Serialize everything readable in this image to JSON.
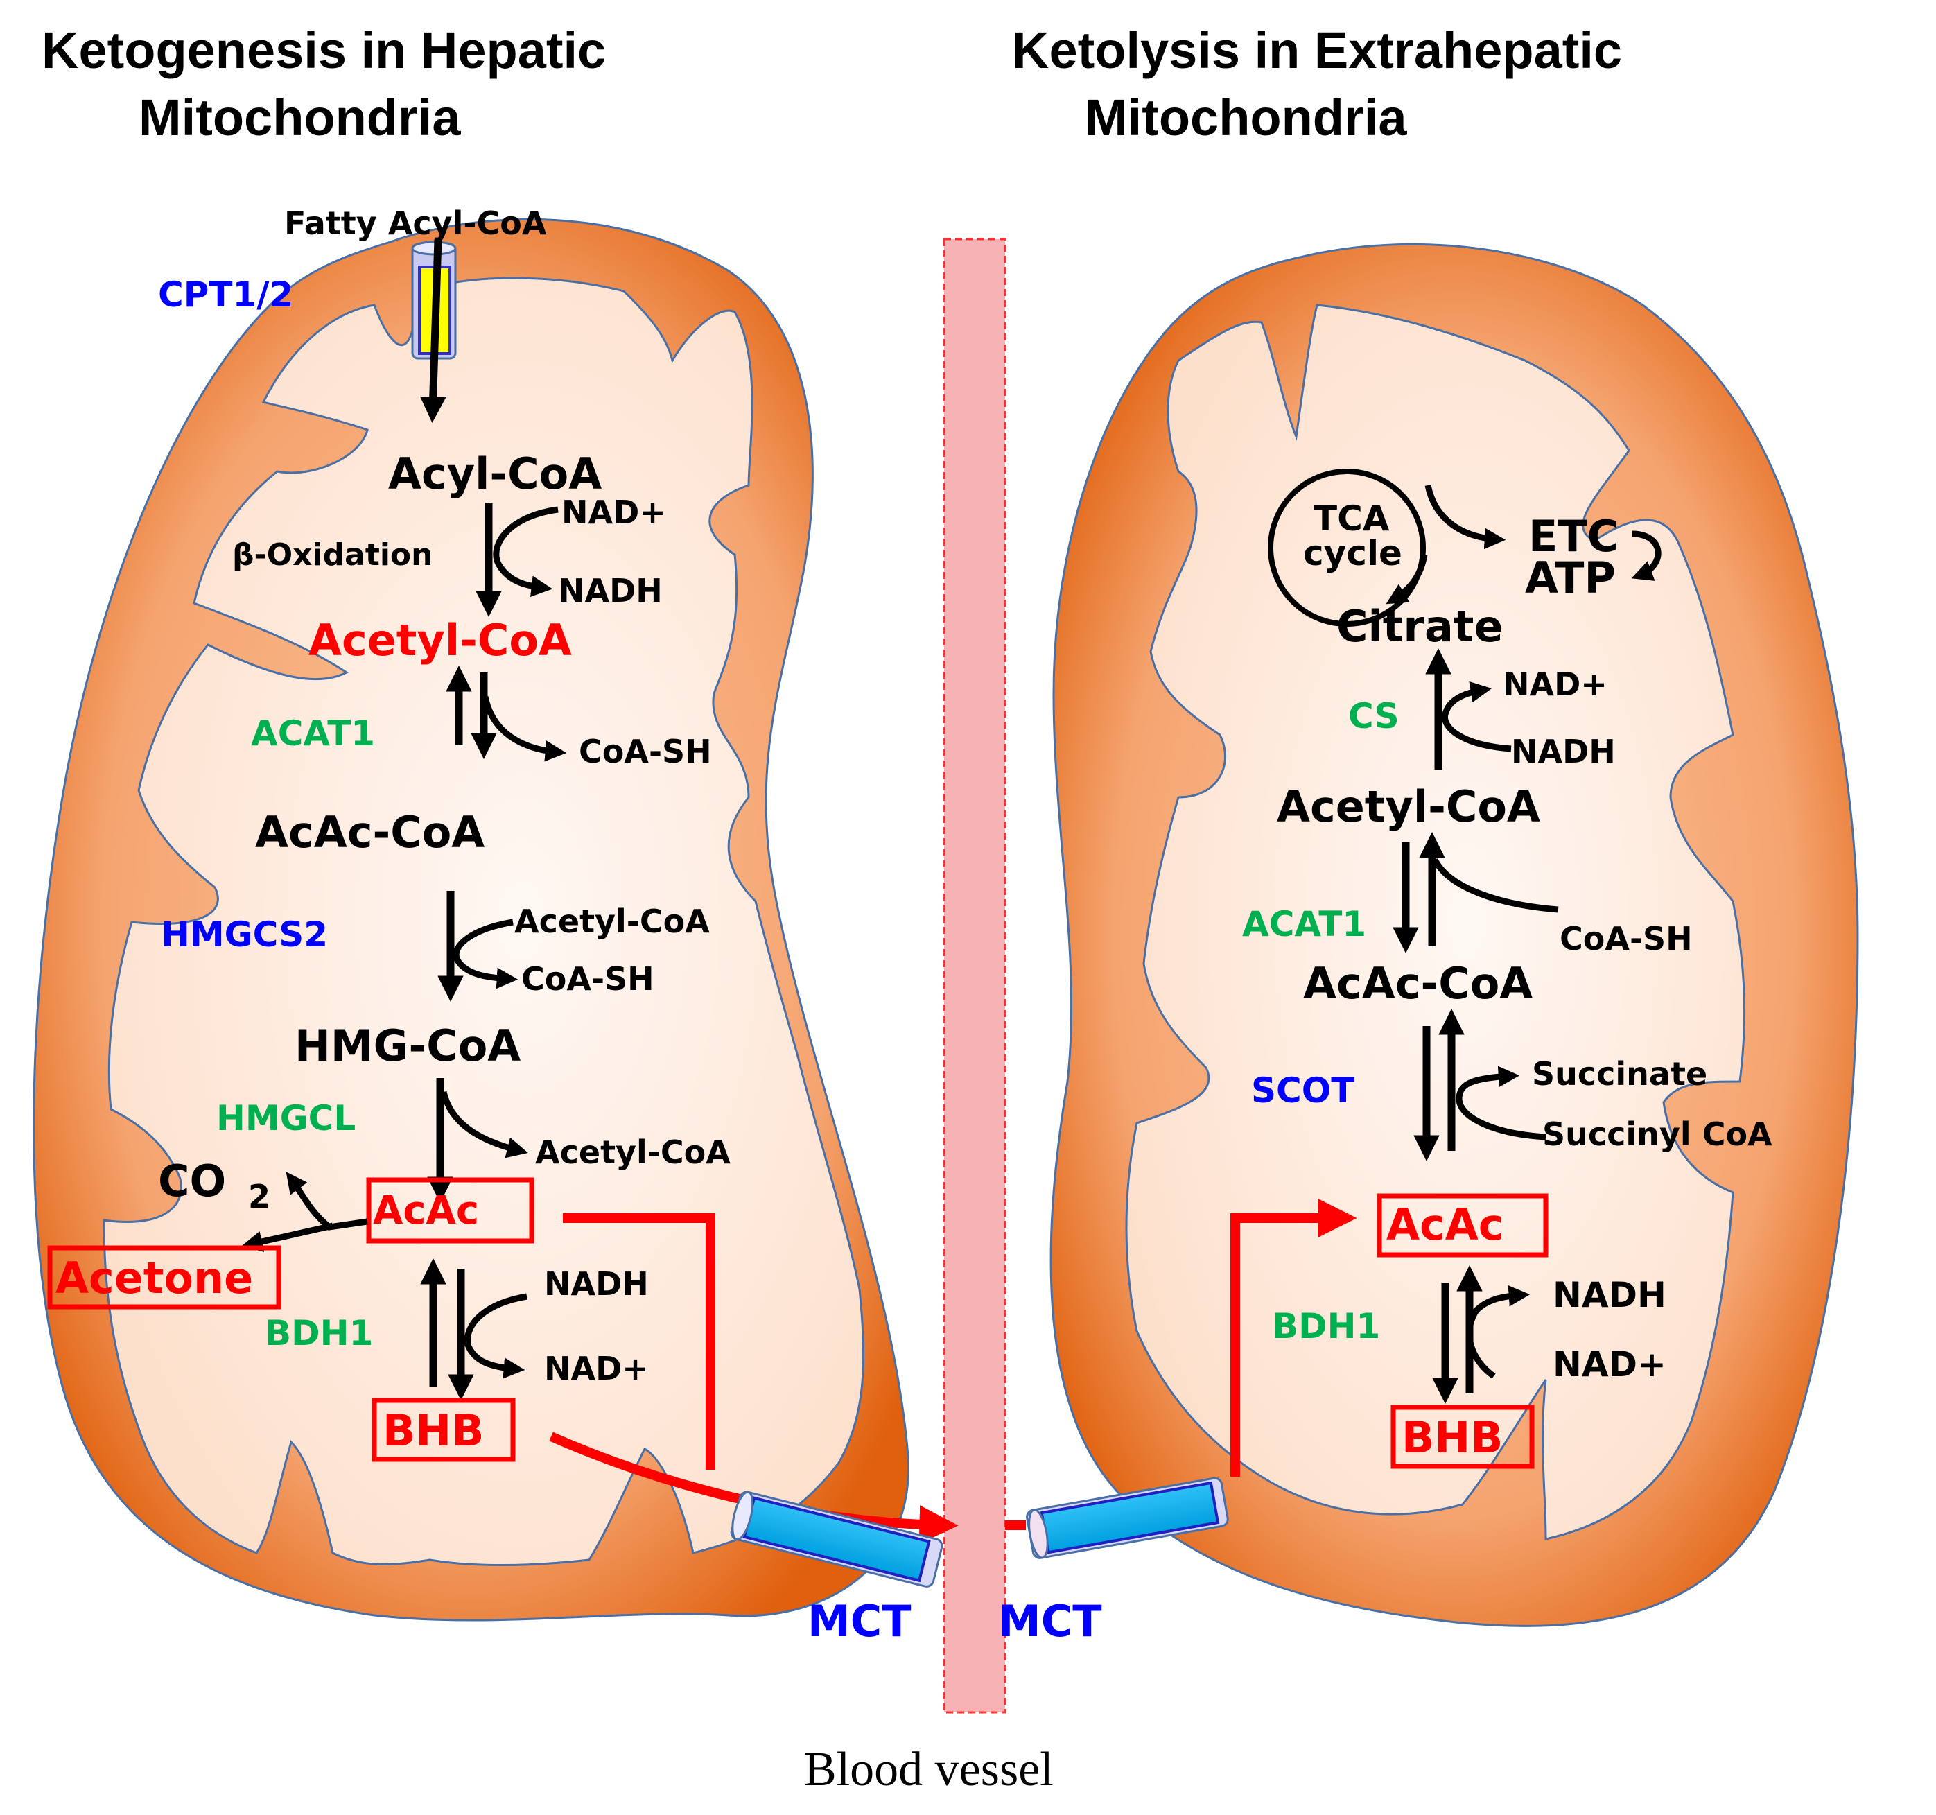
{
  "left_panel": {
    "title_line1": "Ketogenesis in Hepatic",
    "title_line2": "Mitochondria",
    "input_label": "Fatty Acyl-CoA",
    "transporter_in": "CPT1/2",
    "steps": {
      "acyl_coa": "Acyl-CoA",
      "beta_oxidation": "β-Oxidation",
      "nad_plus_1": "NAD+",
      "nadh_1": "NADH",
      "acetyl_coa": "Acetyl-CoA",
      "acat1": "ACAT1",
      "coa_sh_1": "CoA-SH",
      "acac_coa": "AcAc-CoA",
      "hmgcs2": "HMGCS2",
      "acetyl_coa_in": "Acetyl-CoA",
      "coa_sh_2": "CoA-SH",
      "hmg_coa": "HMG-CoA",
      "hmgcl": "HMGCL",
      "acetyl_coa_out": "Acetyl-CoA",
      "co2": "CO",
      "co2_sub": "2",
      "acac": "AcAc",
      "acetone": "Acetone",
      "bdh1": "BDH1",
      "nadh_2": "NADH",
      "nad_plus_2": "NAD+",
      "bhb": "BHB"
    },
    "transporter_out": "MCT"
  },
  "right_panel": {
    "title_line1": "Ketolysis in Extrahepatic",
    "title_line2": "Mitochondria",
    "transporter_in": "MCT",
    "steps": {
      "tca_line1": "TCA",
      "tca_line2": "cycle",
      "etc": "ETC",
      "atp": "ATP",
      "citrate": "Citrate",
      "cs": "CS",
      "nad_plus_1": "NAD+",
      "nadh_1": "NADH",
      "acetyl_coa": "Acetyl-CoA",
      "acat1": "ACAT1",
      "coa_sh": "CoA-SH",
      "acac_coa": "AcAc-CoA",
      "scot": "SCOT",
      "succinate": "Succinate",
      "succinyl_coa": "Succinyl CoA",
      "acac": "AcAc",
      "bdh1": "BDH1",
      "nadh_2": "NADH",
      "nad_plus_2": "NAD+",
      "bhb": "BHB"
    }
  },
  "center": {
    "blood_vessel_label": "Blood vessel"
  },
  "colors": {
    "ketone_body": "#ff0000",
    "enzyme_blue": "#0000ff",
    "enzyme_green": "#00b050",
    "mito_outer": "#e06010",
    "mito_inner": "#fde6d8",
    "blood_vessel": "#f7b2b5",
    "transporter_mct": "#00b0f0",
    "transporter_cpt": "#ffff00"
  }
}
